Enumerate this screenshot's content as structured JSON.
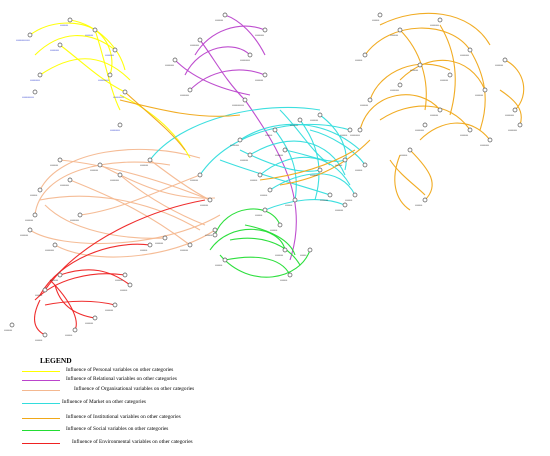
{
  "legend": {
    "title": "LEGEND",
    "items": [
      {
        "label": "Influence of Personal variables on other categories",
        "color": "#ffff00"
      },
      {
        "label": "Influence of Relational variables on other categories",
        "color": "#bb44cc"
      },
      {
        "label": "Influence of Organisational variables on other categories",
        "color": "#f4b890"
      },
      {
        "label": "Influence of Market on other categories",
        "color": "#33dddd"
      },
      {
        "label": "Influence of Institutional variables on other categories",
        "color": "#f0a818"
      },
      {
        "label": "Influence of Social  variables on other categories",
        "color": "#22dd33"
      },
      {
        "label": "Influence of Environmental  variables on other categories",
        "color": "#ee2222"
      }
    ]
  }
}
